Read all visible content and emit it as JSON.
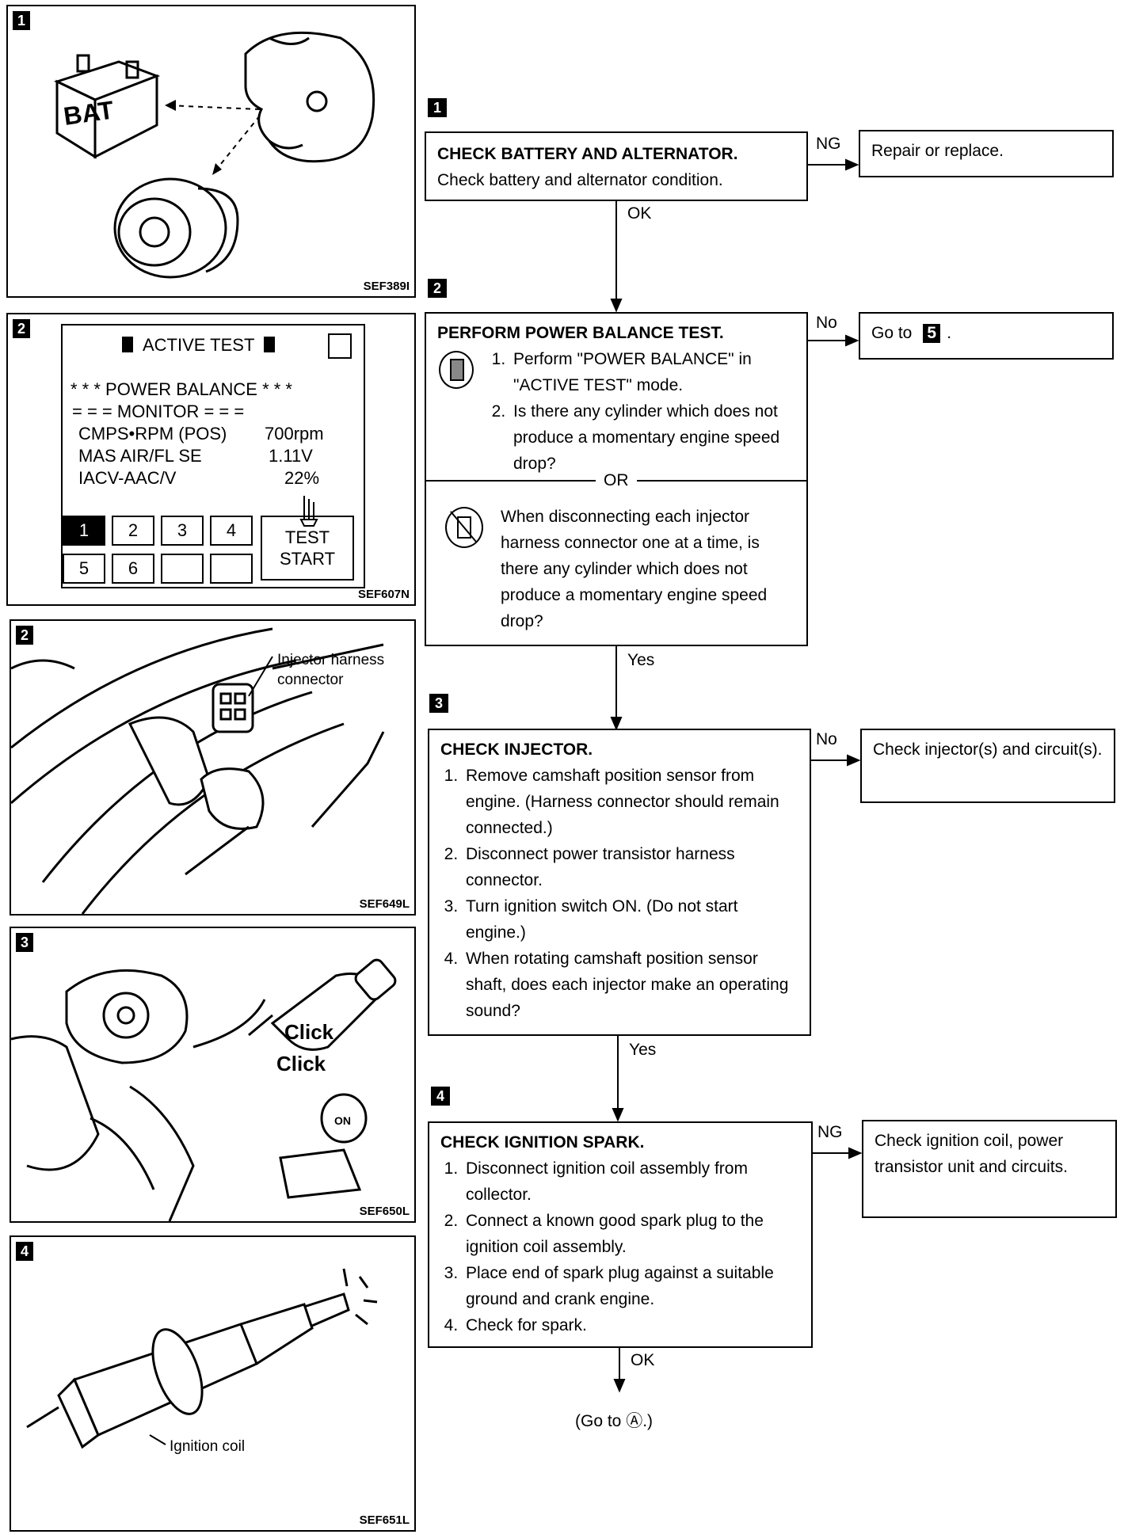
{
  "figures": {
    "f1": {
      "tag": "1",
      "code": "SEF389I",
      "bat_label": "BAT"
    },
    "f2": {
      "tag": "2",
      "code": "SEF607N",
      "header": "ACTIVE TEST",
      "line1": "* * * POWER BALANCE * * *",
      "line2": "= = = MONITOR = = =",
      "rows": [
        {
          "name": "CMPS•RPM (POS)",
          "value": "700rpm"
        },
        {
          "name": "MAS AIR/FL SE",
          "value": "1.11V"
        },
        {
          "name": "IACV-AAC/V",
          "value": "22%"
        }
      ],
      "buttons": [
        "1",
        "2",
        "3",
        "4",
        "5",
        "6",
        "",
        ""
      ],
      "test_start": [
        "TEST",
        "START"
      ]
    },
    "f3": {
      "tag": "2",
      "code": "SEF649L",
      "label1": "Injector harness",
      "label2": "connector"
    },
    "f4": {
      "tag": "3",
      "code": "SEF650L",
      "click1": "Click",
      "click2": "Click",
      "on": "ON"
    },
    "f5": {
      "tag": "4",
      "code": "SEF651L",
      "label": "Ignition coil"
    }
  },
  "steps": {
    "s1": {
      "num": "1",
      "title": "CHECK BATTERY AND ALTERNATOR.",
      "body": "Check battery and alternator condition.",
      "branch": "NG",
      "result": "Repair or replace.",
      "next": "OK"
    },
    "s2": {
      "num": "2",
      "title": "PERFORM POWER BALANCE TEST.",
      "items": [
        "Perform \"POWER BALANCE\" in \"ACTIVE TEST\" mode.",
        "Is there any cylinder which does not produce a momentary engine speed drop?"
      ],
      "or": "OR",
      "alt": "When disconnecting each injector harness connector one at a time, is there any cylinder which does not produce a momentary engine speed drop?",
      "branch": "No",
      "result_prefix": "Go to",
      "result_ref": "5",
      "result_suffix": ".",
      "next": "Yes"
    },
    "s3": {
      "num": "3",
      "title": "CHECK INJECTOR.",
      "items": [
        "Remove camshaft position sensor from engine. (Harness connector should remain connected.)",
        "Disconnect power transistor harness connector.",
        "Turn ignition switch ON. (Do not start engine.)",
        "When rotating camshaft position sensor shaft, does each injector make an operating sound?"
      ],
      "branch": "No",
      "result": "Check injector(s) and circuit(s).",
      "next": "Yes"
    },
    "s4": {
      "num": "4",
      "title": "CHECK IGNITION SPARK.",
      "items": [
        "Disconnect ignition coil assembly from collector.",
        "Connect a known good spark plug to the ignition coil assembly.",
        "Place end of spark plug against a suitable ground and crank engine.",
        "Check for spark."
      ],
      "branch": "NG",
      "result": "Check ignition coil, power transistor unit and circuits.",
      "next": "OK"
    }
  },
  "final": "(Go to Ⓐ.)"
}
